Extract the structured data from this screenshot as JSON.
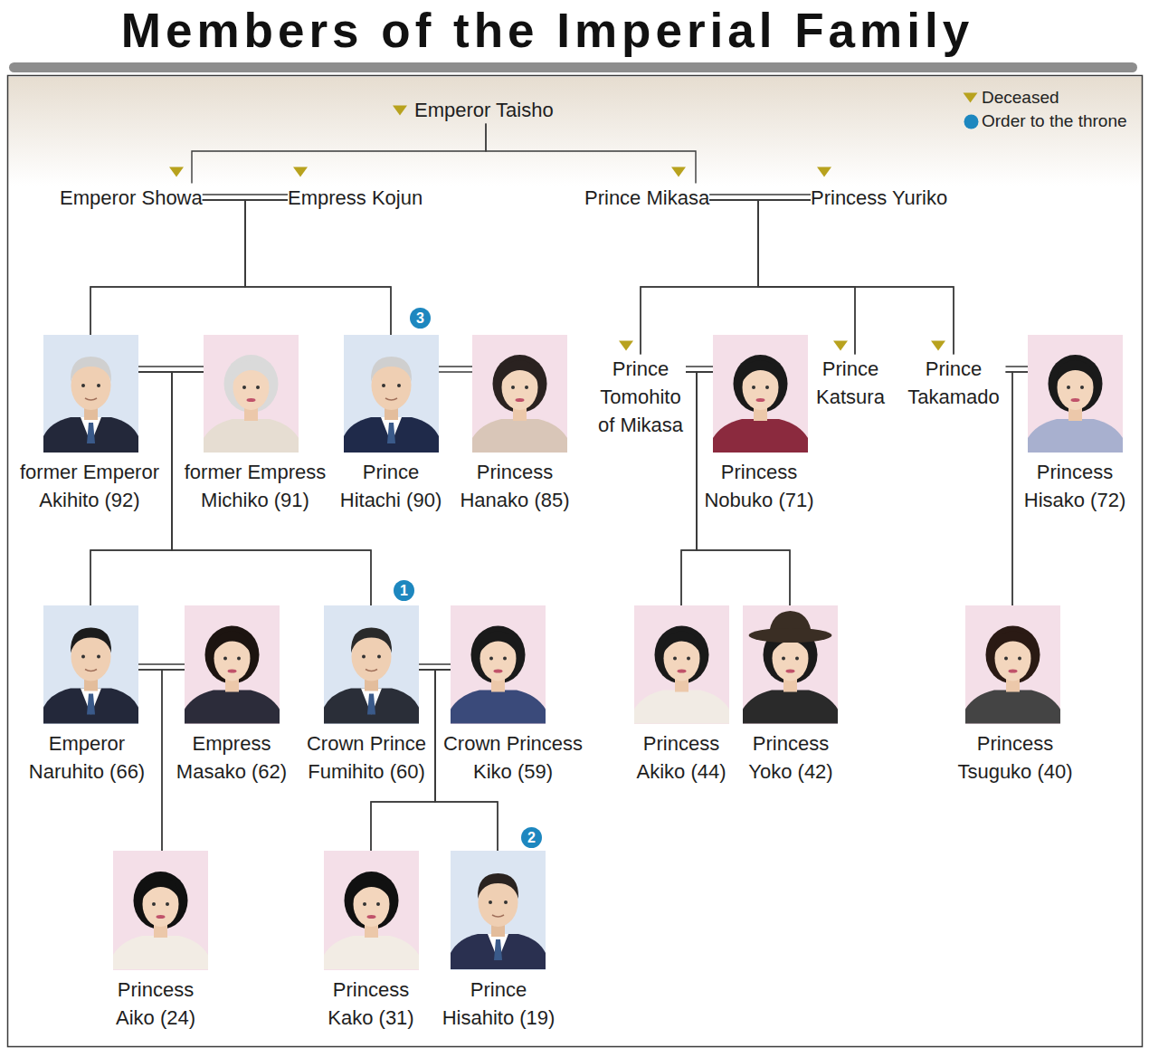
{
  "diagram": {
    "title": "Members of the Imperial Family",
    "nodes": [
      {
        "text": [
          "Emperor Taisho"
        ]
      },
      {
        "text": [
          "Emperor Showa"
        ]
      },
      {
        "text": [
          "Empress Kojun"
        ]
      },
      {
        "text": [
          "Prince Mikasa"
        ]
      },
      {
        "text": [
          "Princess Yuriko"
        ]
      },
      {
        "text": [
          "former Emperor Akihito (92)"
        ]
      },
      {
        "text": [
          "former Empress Michiko (91)"
        ]
      },
      {
        "text": [
          "Prince Hitachi (90)"
        ]
      },
      {
        "text": [
          "Princess Hanako (85)"
        ]
      },
      {
        "text": [
          "Prince Tomohito of Mikasa"
        ]
      },
      {
        "text": [
          "Princess Nobuko (71)"
        ]
      },
      {
        "text": [
          "Prince Katsura"
        ]
      },
      {
        "text": [
          "Prince Takamado"
        ]
      },
      {
        "text": [
          "Princess Hisako (72)"
        ]
      },
      {
        "text": [
          "Emperor Naruhito (66)"
        ]
      },
      {
        "text": [
          "Empress Masako (62)"
        ]
      },
      {
        "text": [
          "Crown Prince Fumihito (60)"
        ]
      },
      {
        "text": [
          "Crown Princess Kiko (59)"
        ]
      },
      {
        "text": [
          "Princess Akiko (44)"
        ]
      },
      {
        "text": [
          "Princess Yoko (42)"
        ]
      },
      {
        "text": [
          "Princess Tsuguko (40)"
        ]
      },
      {
        "text": [
          "Princess Aiko (24)"
        ]
      },
      {
        "text": [
          "Princess Kako (31)"
        ]
      },
      {
        "text": [
          "Prince Hisahito (19)"
        ]
      }
    ],
    "edges": [
      {
        "from": 1,
        "to": 2,
        "arrow": "none"
      },
      {
        "from": 3,
        "to": 4,
        "arrow": "none"
      },
      {
        "from": 5,
        "to": 6,
        "arrow": "none"
      },
      {
        "from": 7,
        "to": 8,
        "arrow": "none"
      },
      {
        "from": 9,
        "to": 10,
        "arrow": "none"
      },
      {
        "from": 12,
        "to": 13,
        "arrow": "none"
      },
      {
        "from": 14,
        "to": 15,
        "arrow": "none"
      },
      {
        "from": 16,
        "to": 17,
        "arrow": "none"
      },
      {
        "from": 0,
        "to": 1,
        "arrow": "none"
      },
      {
        "from": 0,
        "to": 3,
        "arrow": "none"
      },
      {
        "from": 1,
        "to": 5,
        "arrow": "none"
      },
      {
        "from": 2,
        "to": 5,
        "arrow": "none"
      },
      {
        "from": 1,
        "to": 7,
        "arrow": "none"
      },
      {
        "from": 2,
        "to": 7,
        "arrow": "none"
      },
      {
        "from": 3,
        "to": 9,
        "arrow": "none"
      },
      {
        "from": 4,
        "to": 9,
        "arrow": "none"
      },
      {
        "from": 3,
        "to": 11,
        "arrow": "none"
      },
      {
        "from": 4,
        "to": 11,
        "arrow": "none"
      },
      {
        "from": 3,
        "to": 12,
        "arrow": "none"
      },
      {
        "from": 4,
        "to": 12,
        "arrow": "none"
      },
      {
        "from": 5,
        "to": 14,
        "arrow": "none"
      },
      {
        "from": 6,
        "to": 14,
        "arrow": "none"
      },
      {
        "from": 5,
        "to": 16,
        "arrow": "none"
      },
      {
        "from": 6,
        "to": 16,
        "arrow": "none"
      },
      {
        "from": 9,
        "to": 18,
        "arrow": "none"
      },
      {
        "from": 10,
        "to": 18,
        "arrow": "none"
      },
      {
        "from": 9,
        "to": 19,
        "arrow": "none"
      },
      {
        "from": 10,
        "to": 19,
        "arrow": "none"
      },
      {
        "from": 12,
        "to": 20,
        "arrow": "none"
      },
      {
        "from": 13,
        "to": 20,
        "arrow": "none"
      },
      {
        "from": 14,
        "to": 21,
        "arrow": "none"
      },
      {
        "from": 15,
        "to": 21,
        "arrow": "none"
      },
      {
        "from": 16,
        "to": 22,
        "arrow": "none"
      },
      {
        "from": 17,
        "to": 22,
        "arrow": "none"
      },
      {
        "from": 16,
        "to": 23,
        "arrow": "none"
      },
      {
        "from": 17,
        "to": 23,
        "arrow": "none"
      }
    ],
    "labels": [
      "3",
      "1",
      "2"
    ],
    "legend": [
      {
        "text": "Deceased",
        "color": "#b8a21e"
      },
      {
        "text": "Order to the throne",
        "color": "#1d87bf"
      }
    ]
  }
}
